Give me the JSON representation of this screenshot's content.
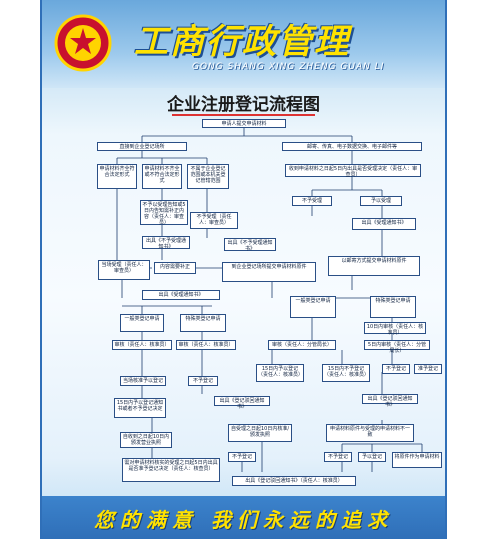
{
  "header": {
    "title": "工商行政管理",
    "pinyin": "GONG SHANG XING ZHENG GUAN LI",
    "emblem_icon": "national-emblem-icon"
  },
  "chart": {
    "title": "企业注册登记流程图"
  },
  "nodes": {
    "n1": "申请人提交申请材料",
    "n2": "直接到企业登记场所",
    "n3": "邮寄、传真、电子数据交换、电子邮件等",
    "n4": "申请材料齐全符合法定形式",
    "n5": "申请材料不齐全或不符合法定形式",
    "n6": "不属于企业登记范围或本机关登记管辖范围",
    "n7": "收到申请材料之日起5日内出具是否受理决定（责任人：审查员）",
    "n8": "不予以受理告知或5日内告知需补正内容（责任人：审查员）",
    "n9": "不予受理（责任人：审查员）",
    "n10": "不予受理",
    "n11": "予以受理",
    "n12": "出具《不予受理通知书》",
    "n13": "出具《不予受理通知书》",
    "n14": "出具《受理通知书》",
    "n15": "当场受理（责任人：审查员）",
    "n16": "内容需要补正",
    "n17": "到企业登记场所提交申请材料原件",
    "n18": "以邮寄方式提交申请材料原件",
    "n19": "出具《受理通知书》",
    "n20": "一般类登记申请",
    "n21": "特殊类登记申请",
    "n22": "一般类登记申请",
    "n23": "特殊类登记申请",
    "n24": "10日内审核（责任人：核准员）",
    "n25": "审核（责任人：核准员）",
    "n26": "审核（责任人：核准员）",
    "n27": "审核（责任人：分管局长）",
    "n28": "5日内审核（责任人：分管局长）",
    "n29": "当场核准予以登记",
    "n30": "不予登记",
    "n31": "15日内予以登记（责任人：核准员）",
    "n32": "15日内不予登记（责任人：核准员）",
    "n33": "不予登记",
    "n34": "准予登记",
    "n35": "15日内予以登记通知书或者不予登记决定",
    "n36": "出具《登记驳回通知书》",
    "n37": "出具《登记驳回通知书》",
    "n38": "自收到之日起10日内颁发营业执照",
    "n39": "自受理之日起10日内核准/颁发执照",
    "n40": "申请材料原件与受理的申请材料不一致",
    "n41": "需对申请材料核实的受理之日起5日内出具是否准予登记决定（责任人：核查员）",
    "n42": "不予登记",
    "n43": "不予登记",
    "n44": "予以登记",
    "n45": "将原件作为申请材料",
    "n46": "出具《登记驳回通知书》（责任人：核准员）"
  },
  "footer": {
    "slogan": "您的满意 我们永远的追求"
  },
  "colors": {
    "accent": "#2f6fb8",
    "title_yellow": "#ffe200",
    "box_border": "#2a4f86"
  }
}
